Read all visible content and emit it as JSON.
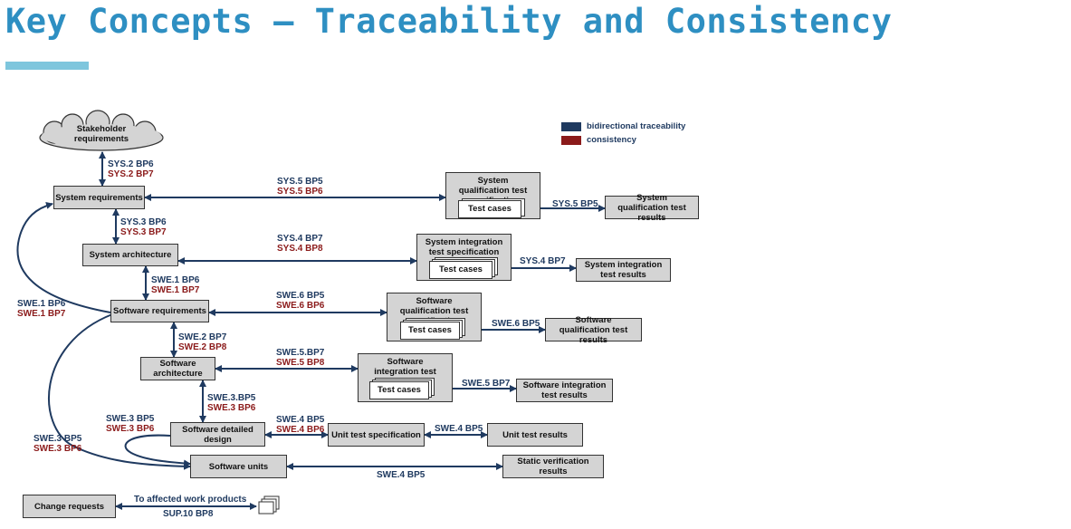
{
  "title": "Key Concepts – Traceability and Consistency",
  "legend": {
    "bidirectional": "bidirectional traceability",
    "consistency": "consistency",
    "colors": {
      "traceability": "#1f3a60",
      "consistency": "#8b1a1a"
    }
  },
  "boxes": {
    "stakeholder": "Stakeholder requirements",
    "sys_req": "System requirements",
    "sys_arch": "System architecture",
    "sw_req": "Software requirements",
    "sw_arch": "Software architecture",
    "sw_detailed": "Software detailed design",
    "sw_units": "Software units",
    "sys_qual_spec": "System qualification test specification",
    "sys_int_spec": "System integration test specification",
    "sw_qual_spec": "Software qualification test specification",
    "sw_int_spec": "Software integration test specification",
    "test_cases": "Test cases",
    "sys_qual_results": "System qualification test results",
    "sys_int_results": "System integration test results",
    "sw_qual_results": "Software qualification test results",
    "sw_int_results": "Software integration test results",
    "unit_spec": "Unit test specification",
    "unit_results": "Unit test results",
    "static_results": "Static verification results",
    "change_requests": "Change requests"
  },
  "labels": {
    "sys2_bp6": "SYS.2 BP6",
    "sys2_bp7": "SYS.2 BP7",
    "sys3_bp6": "SYS.3 BP6",
    "sys3_bp7": "SYS.3 BP7",
    "sys5_bp5": "SYS.5 BP5",
    "sys5_bp6": "SYS.5 BP6",
    "sys5_bp5_right": "SYS.5 BP5",
    "sys4_bp7": "SYS.4 BP7",
    "sys4_bp8": "SYS.4 BP8",
    "sys4_bp7_right": "SYS.4 BP7",
    "swe1_bp6": "SWE.1 BP6",
    "swe1_bp7": "SWE.1 BP7",
    "swe1_bp6_left": "SWE.1 BP6",
    "swe1_bp7_left": "SWE.1 BP7",
    "swe6_bp5": "SWE.6 BP5",
    "swe6_bp6": "SWE.6 BP6",
    "swe6_bp5_right": "SWE.6 BP5",
    "swe2_bp7": "SWE.2 BP7",
    "swe2_bp8": "SWE.2 BP8",
    "swe5_bp7": "SWE.5.BP7",
    "swe5_bp8": "SWE.5 BP8",
    "swe5_bp7_right": "SWE.5 BP7",
    "swe3_bp5": "SWE.3.BP5",
    "swe3_bp6": "SWE.3 BP6",
    "swe3_bp5_left": "SWE.3 BP5",
    "swe3_bp6_left": "SWE.3 BP6",
    "swe3_bp5_far": "SWE.3 BP5",
    "swe3_bp6_far": "SWE.3 BP6",
    "swe4_bp5": "SWE.4 BP5",
    "swe4_bp6": "SWE.4 BP6",
    "swe4_bp5_right": "SWE.4 BP5",
    "swe4_bp5_bottom": "SWE.4 BP5",
    "to_affected": "To affected work products",
    "sup10_bp8": "SUP.10 BP8"
  }
}
